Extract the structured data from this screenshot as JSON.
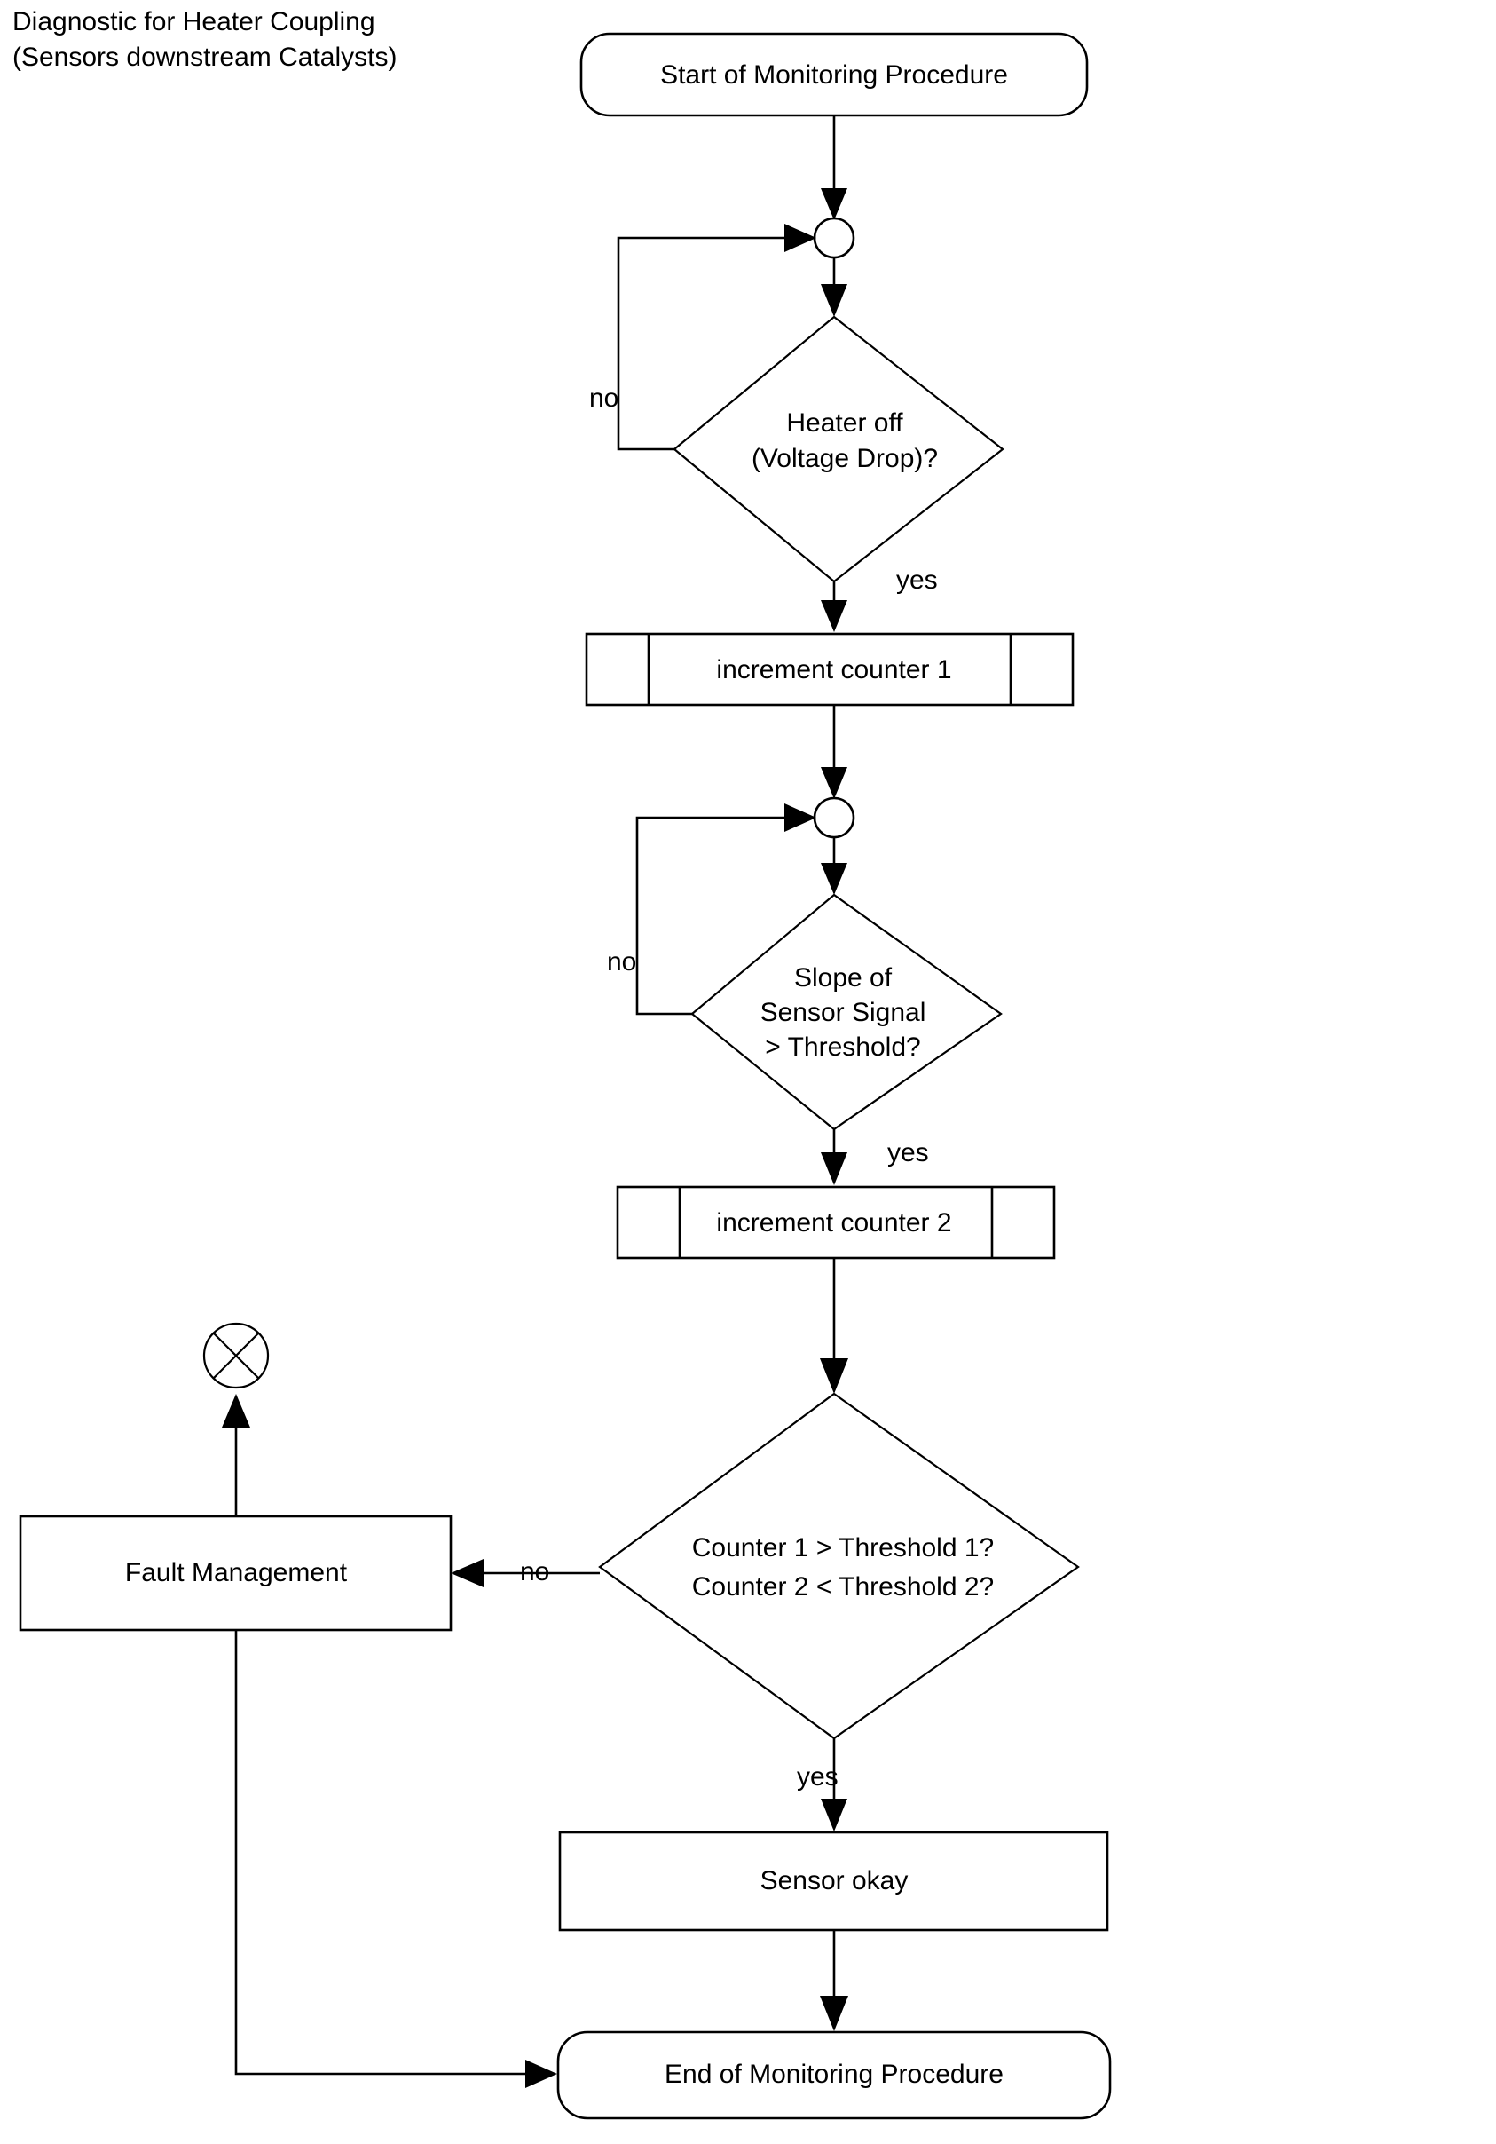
{
  "diagram": {
    "title_line1": "Diagnostic for Heater Coupling",
    "title_line2": "(Sensors downstream Catalysts)",
    "type": "flowchart",
    "background_color": "#ffffff",
    "line_color": "#000000",
    "text_color": "#000000"
  },
  "nodes": {
    "start": {
      "label": "Start of Monitoring Procedure",
      "shape": "rounded-rectangle"
    },
    "merge1": {
      "label": "",
      "shape": "circle-merge"
    },
    "decision1": {
      "line1": "Heater off",
      "line2": "(Voltage Drop)?",
      "shape": "diamond"
    },
    "process1": {
      "label": "increment counter 1",
      "shape": "predefined-process"
    },
    "merge2": {
      "label": "",
      "shape": "circle-merge"
    },
    "decision2": {
      "line1": "Slope of",
      "line2": "Sensor Signal",
      "line3": "> Threshold?",
      "shape": "diamond"
    },
    "process2": {
      "label": "increment counter 2",
      "shape": "predefined-process"
    },
    "decision3": {
      "line1": "Counter 1 > Threshold 1?",
      "line2": "Counter 2 < Threshold 2?",
      "shape": "diamond"
    },
    "fault": {
      "label": "Fault Management",
      "shape": "rectangle"
    },
    "terminate": {
      "label": "",
      "shape": "circle-cross"
    },
    "sensor_okay": {
      "label": "Sensor okay",
      "shape": "rectangle"
    },
    "end": {
      "label": "End of Monitoring Procedure",
      "shape": "rounded-rectangle"
    }
  },
  "edge_labels": {
    "decision1_no": "no",
    "decision1_yes": "yes",
    "decision2_no": "no",
    "decision2_yes": "yes",
    "decision3_no": "no",
    "decision3_yes": "yes"
  }
}
